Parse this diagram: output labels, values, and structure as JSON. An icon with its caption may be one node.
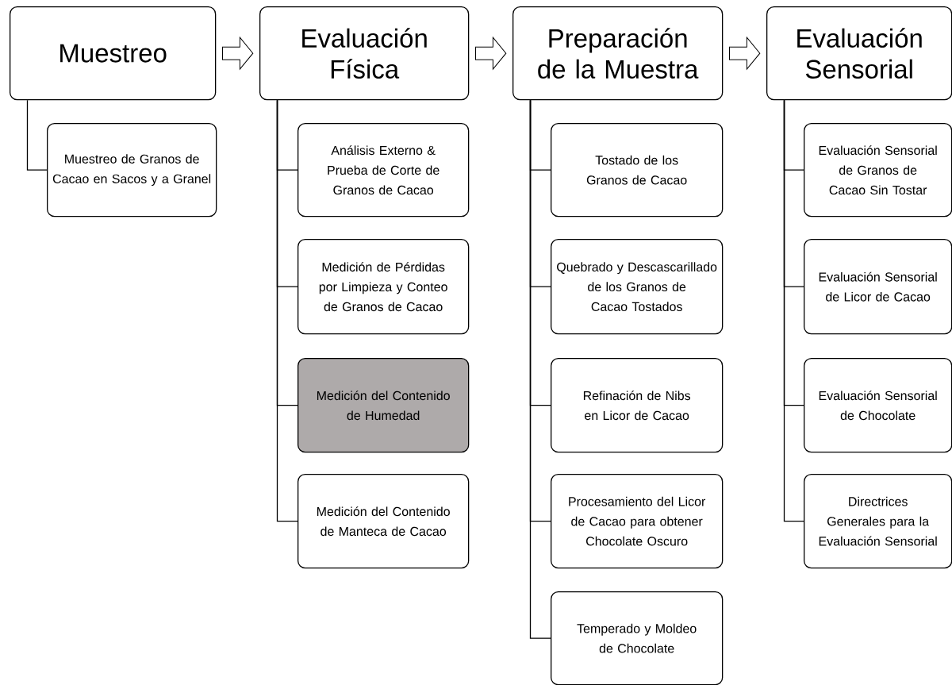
{
  "diagram": {
    "nodes": [
      {
        "text": [
          "Muestreo"
        ]
      },
      {
        "text": [
          "Muestreo de Granos de Cacao en Sacos y a Granel"
        ]
      },
      {
        "text": [
          "Evaluación Física"
        ]
      },
      {
        "text": [
          "Análisis Externo & Prueba de Corte de Granos de Cacao"
        ]
      },
      {
        "text": [
          "Medición de Pérdidas por Limpieza y Conteo de Granos de Cacao"
        ]
      },
      {
        "text": [
          "Medición del Contenido de Humedad"
        ]
      },
      {
        "text": [
          "Medición del Contenido de Manteca de Cacao"
        ]
      },
      {
        "text": [
          "Preparación de la Muestra"
        ]
      },
      {
        "text": [
          "Tostado de los Granos de Cacao"
        ]
      },
      {
        "text": [
          "Quebrado y Descascarillado de los Granos de Cacao Tostados"
        ]
      },
      {
        "text": [
          "Refinación de Nibs en Licor de Cacao"
        ]
      },
      {
        "text": [
          "Procesamiento del Licor de Cacao para obtener Chocolate Oscuro"
        ]
      },
      {
        "text": [
          "Temperado y Moldeo de Chocolate"
        ]
      },
      {
        "text": [
          "Evaluación Sensorial"
        ]
      },
      {
        "text": [
          "Evaluación Sensorial de Granos de Cacao Sin Tostar"
        ]
      },
      {
        "text": [
          "Evaluación Sensorial de Licor de Cacao"
        ]
      },
      {
        "text": [
          "Evaluación Sensorial de Chocolate"
        ]
      },
      {
        "text": [
          "Directrices Generales para la Evaluación Sensorial"
        ]
      }
    ],
    "edges": [
      {
        "from": 0,
        "to": 2,
        "arrow": "to"
      },
      {
        "from": 2,
        "to": 7,
        "arrow": "to"
      },
      {
        "from": 7,
        "to": 13,
        "arrow": "to"
      },
      {
        "from": 0,
        "to": 1,
        "arrow": "none"
      },
      {
        "from": 2,
        "to": 3,
        "arrow": "none"
      },
      {
        "from": 2,
        "to": 4,
        "arrow": "none"
      },
      {
        "from": 2,
        "to": 5,
        "arrow": "none"
      },
      {
        "from": 2,
        "to": 6,
        "arrow": "none"
      },
      {
        "from": 7,
        "to": 8,
        "arrow": "none"
      },
      {
        "from": 7,
        "to": 9,
        "arrow": "none"
      },
      {
        "from": 7,
        "to": 10,
        "arrow": "none"
      },
      {
        "from": 7,
        "to": 11,
        "arrow": "none"
      },
      {
        "from": 7,
        "to": 12,
        "arrow": "none"
      },
      {
        "from": 13,
        "to": 14,
        "arrow": "none"
      },
      {
        "from": 13,
        "to": 15,
        "arrow": "none"
      },
      {
        "from": 13,
        "to": 16,
        "arrow": "none"
      },
      {
        "from": 13,
        "to": 17,
        "arrow": "none"
      }
    ]
  }
}
